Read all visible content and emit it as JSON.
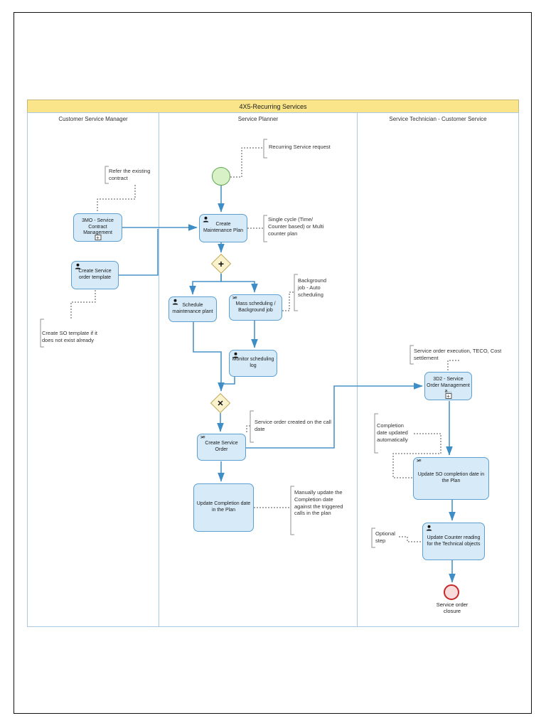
{
  "pool": {
    "title": "4X5-Recurring Services",
    "lanes": [
      "Customer Service Manager",
      "Service Planner",
      "Service Technician - Customer Service"
    ]
  },
  "tasks": {
    "mo3": {
      "label": "3MO - Service Contract Management"
    },
    "create_service_order_template": {
      "label": "Create Service order template"
    },
    "create_maintenance_plan": {
      "label": "Create Maintenance Plan"
    },
    "schedule_maintenance_plant": {
      "label": "Schedule maintenance plant"
    },
    "mass_scheduling": {
      "label": "Mass scheduling / Background job"
    },
    "monitor_scheduling_log": {
      "label": "Monitor scheduling log"
    },
    "create_service_order": {
      "label": "Create Service Order"
    },
    "update_completion_date": {
      "label": "Update Completion date in the Plan"
    },
    "d2_3": {
      "label": "3D2 - Service Order Management a..."
    },
    "update_so_completion": {
      "label": "Update SO completion date in the Plan"
    },
    "update_counter": {
      "label": "Update Counter reading for the Technical objects"
    }
  },
  "events": {
    "end_label": "Service order closure"
  },
  "gateways": {
    "parallel_symbol": "+",
    "exclusive_symbol": "✕"
  },
  "icons": {
    "script_glyph": ">≡",
    "plus_glyph": "+"
  },
  "annotations": {
    "recurring_request": {
      "text": "Recurring Service request"
    },
    "single_cycle": {
      "text": "Single cycle (Time/\nCounter based) or Multi\ncounter plan"
    },
    "refer_contract": {
      "text": "Refer the existing\ncontract"
    },
    "create_so_template": {
      "text": "Create SO template if it\ndoes not exist already"
    },
    "background_job": {
      "text": "Background\njob - Auto\nscheduling"
    },
    "so_created_on_call": {
      "text": "Service order created on the call\ndate"
    },
    "manually_update": {
      "text": "Manually update the\nCompletion date\nagainst the triggered\ncalls in the plan"
    },
    "so_execution": {
      "text": "Service order execution, TECO, Cost\nsettlement"
    },
    "completion_auto": {
      "text": "Completion\ndate updated\nautomatically"
    },
    "optional_step": {
      "text": "Optional\nstep"
    }
  },
  "colors": {
    "header_fill": "#FAE58A",
    "lane_border": "#A9C9E4",
    "task_fill": "#D6EAF8",
    "task_border": "#5C9FD0",
    "flow": "#4A94C8",
    "gateway_fill": "#FBF3CD",
    "start_border": "#5FA854",
    "end_border": "#C62828"
  }
}
